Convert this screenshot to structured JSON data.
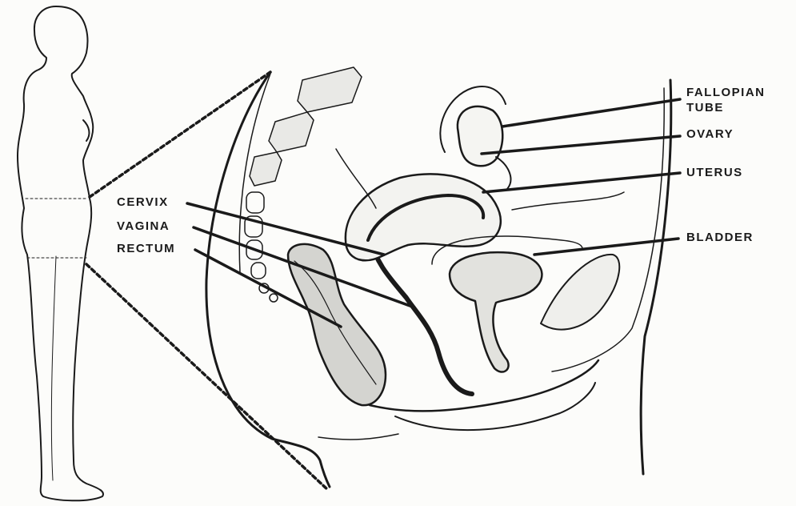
{
  "labels": {
    "fallopian_tube": "FALLOPIAN",
    "fallopian_tube_2": "TUBE",
    "ovary": "OVARY",
    "uterus": "UTERUS",
    "bladder": "BLADDER",
    "cervix": "CERVIX",
    "vagina": "VAGINA",
    "rectum": "RECTUM"
  },
  "colors": {
    "ink": "#1a1a1a",
    "paper": "#fcfcfa"
  }
}
